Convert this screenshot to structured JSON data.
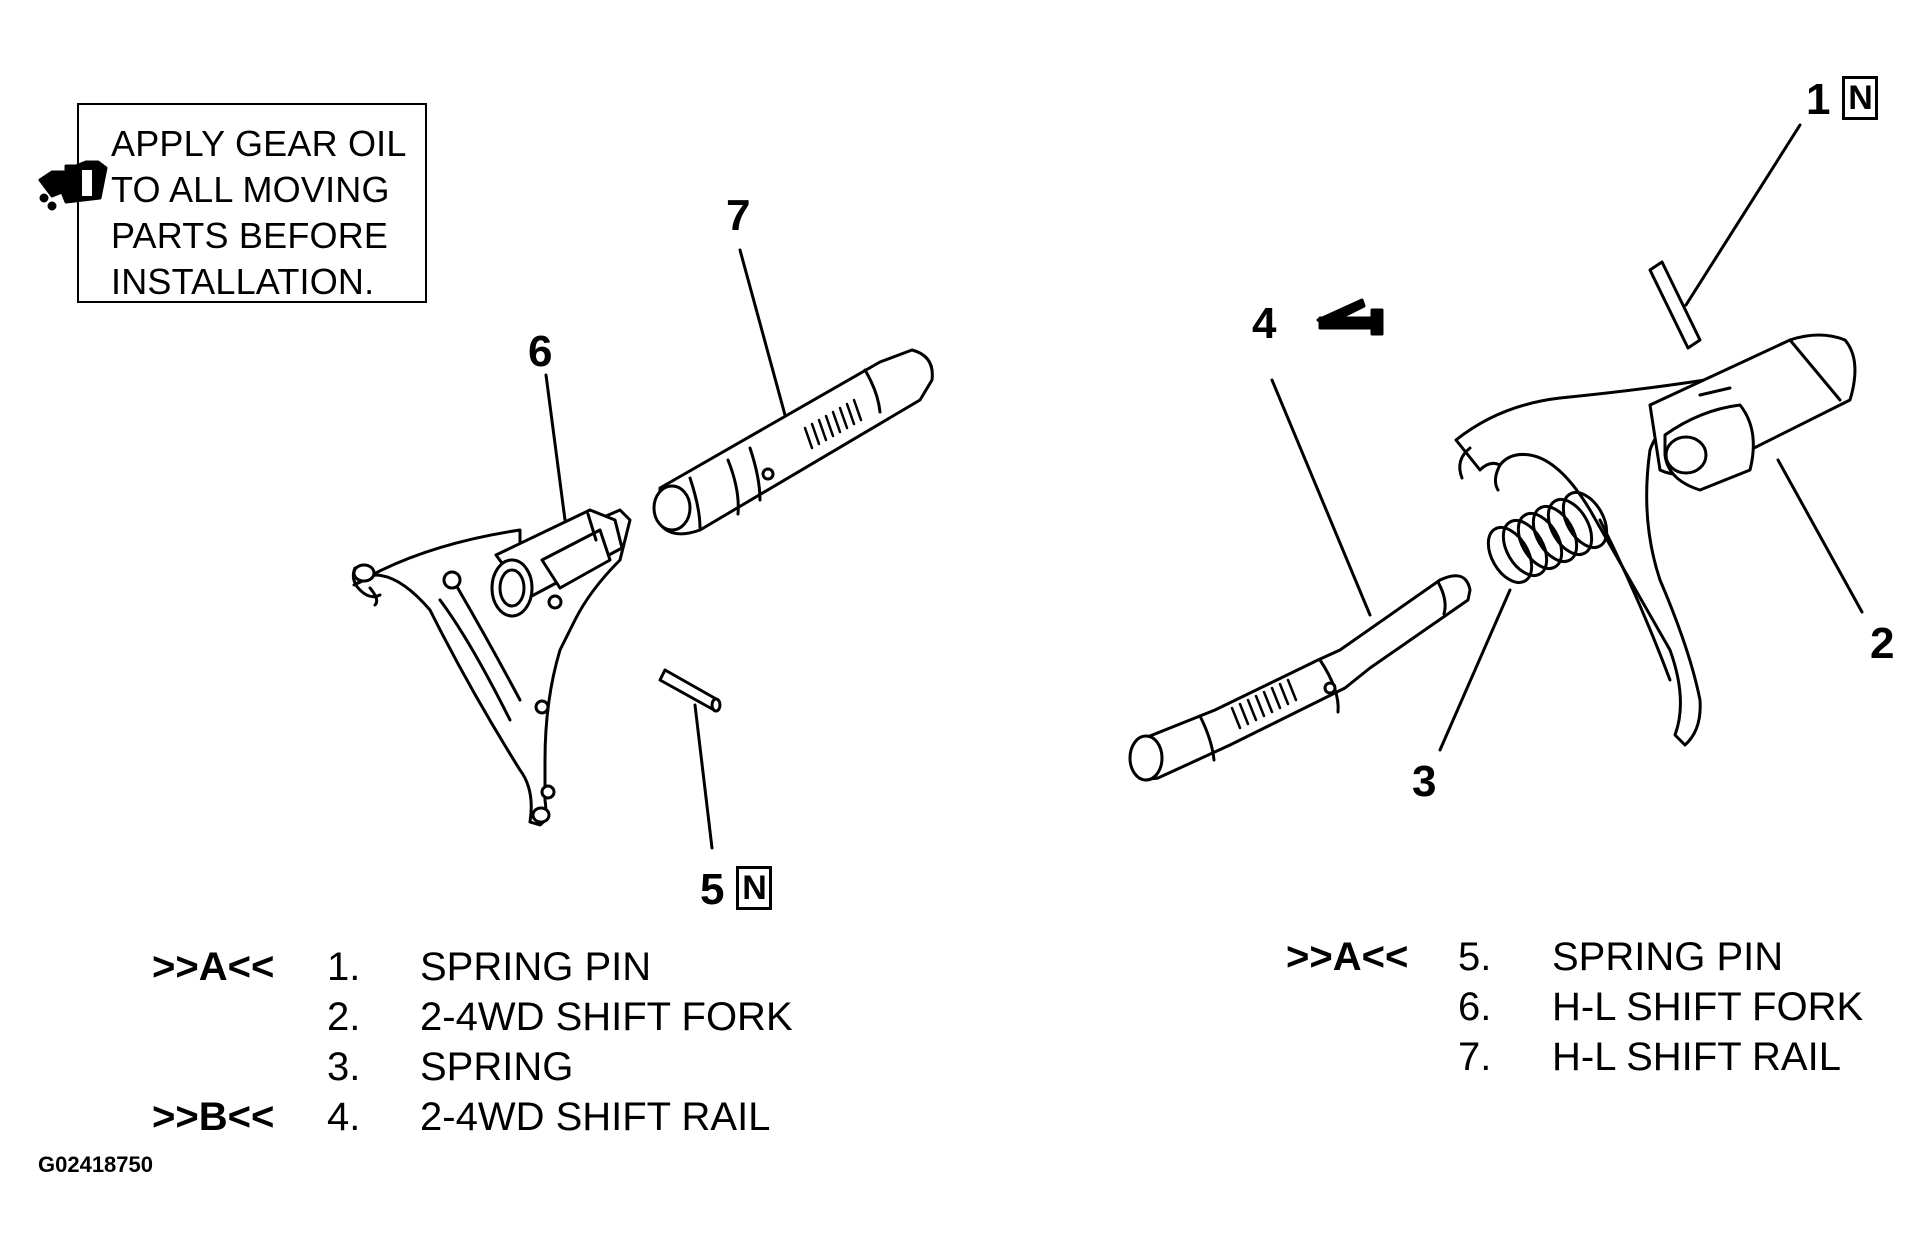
{
  "note": {
    "lines": [
      "APPLY GEAR OIL",
      "TO ALL MOVING",
      "PARTS BEFORE",
      "INSTALLATION."
    ],
    "icon": "oil-can-icon"
  },
  "callouts": {
    "c1": "1",
    "c1_mark": "N",
    "c2": "2",
    "c3": "3",
    "c4": "4",
    "c4_icon": "grease-gun-icon",
    "c5": "5",
    "c5_mark": "N",
    "c6": "6",
    "c7": "7"
  },
  "legend_left": [
    {
      "mark": ">>A<<",
      "num": "1.",
      "text": "SPRING PIN"
    },
    {
      "mark": "",
      "num": "2.",
      "text": "2-4WD SHIFT FORK"
    },
    {
      "mark": "",
      "num": "3.",
      "text": "SPRING"
    },
    {
      "mark": ">>B<<",
      "num": "4.",
      "text": "2-4WD SHIFT RAIL"
    }
  ],
  "legend_right": [
    {
      "mark": ">>A<<",
      "num": "5.",
      "text": "SPRING PIN"
    },
    {
      "mark": "",
      "num": "6.",
      "text": "H-L SHIFT FORK"
    },
    {
      "mark": "",
      "num": "7.",
      "text": "H-L SHIFT RAIL"
    }
  ],
  "figure_id": "G02418750"
}
